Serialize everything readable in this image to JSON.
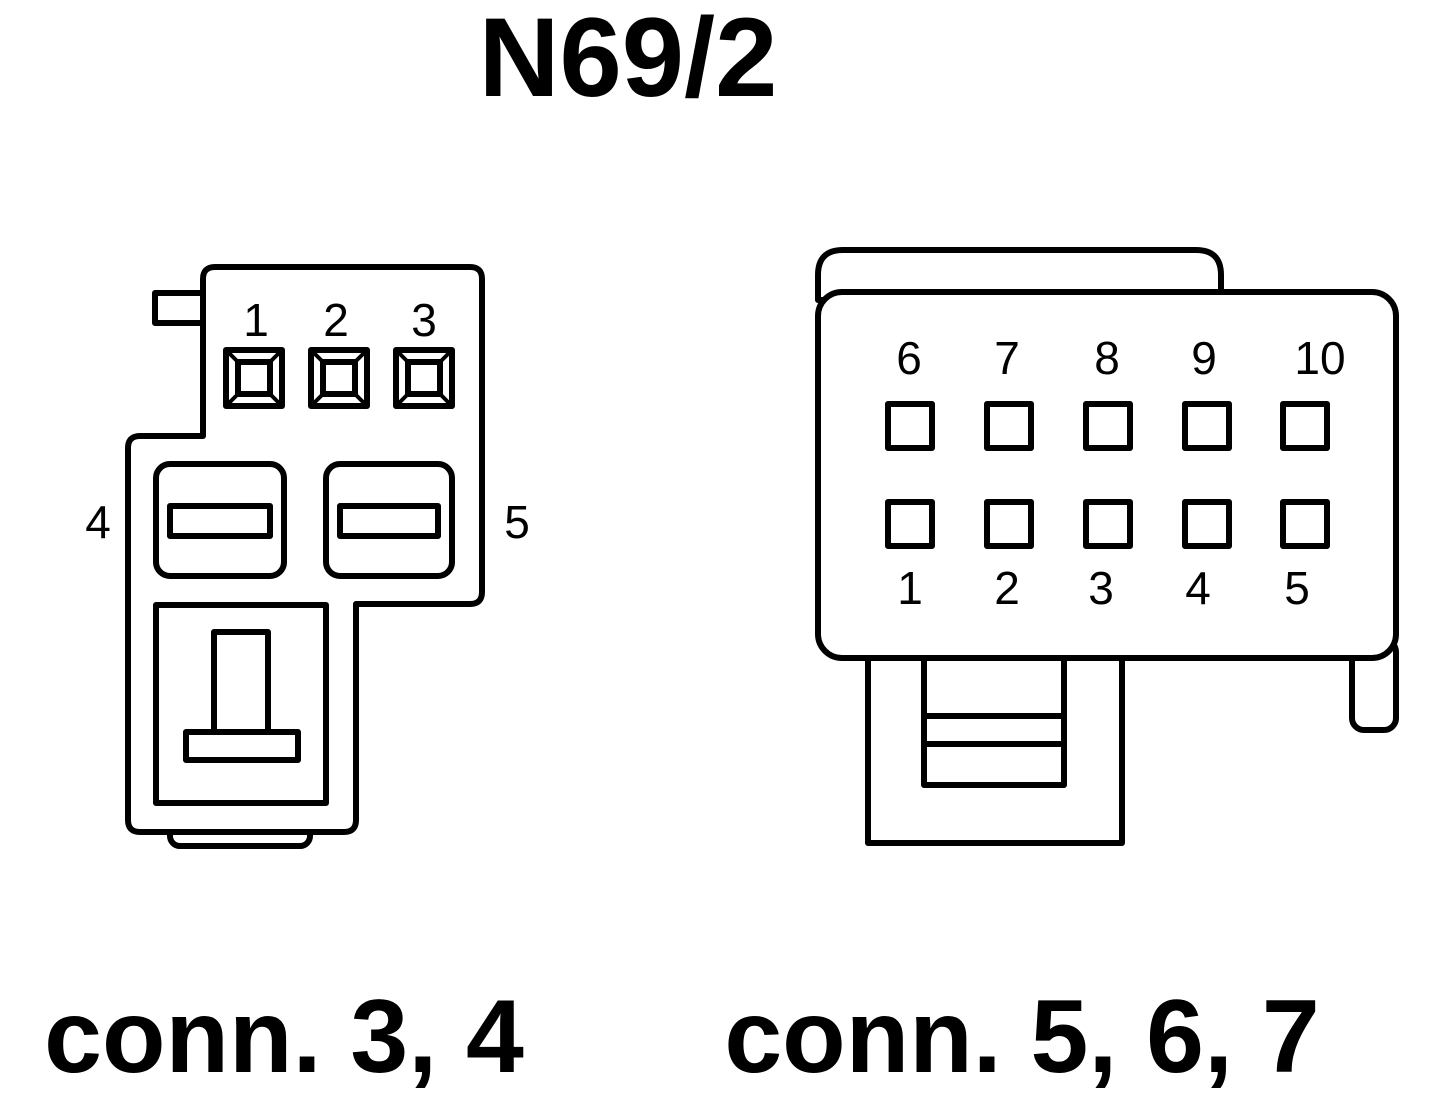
{
  "title": "N69/2",
  "left_connector": {
    "caption": "conn. 3, 4",
    "top_pins": [
      "1",
      "2",
      "3"
    ],
    "side_pins": [
      "4",
      "5"
    ]
  },
  "right_connector": {
    "caption": "conn. 5, 6, 7",
    "top_row_pins": [
      "6",
      "7",
      "8",
      "9",
      "10"
    ],
    "bottom_row_pins": [
      "1",
      "2",
      "3",
      "4",
      "5"
    ]
  }
}
